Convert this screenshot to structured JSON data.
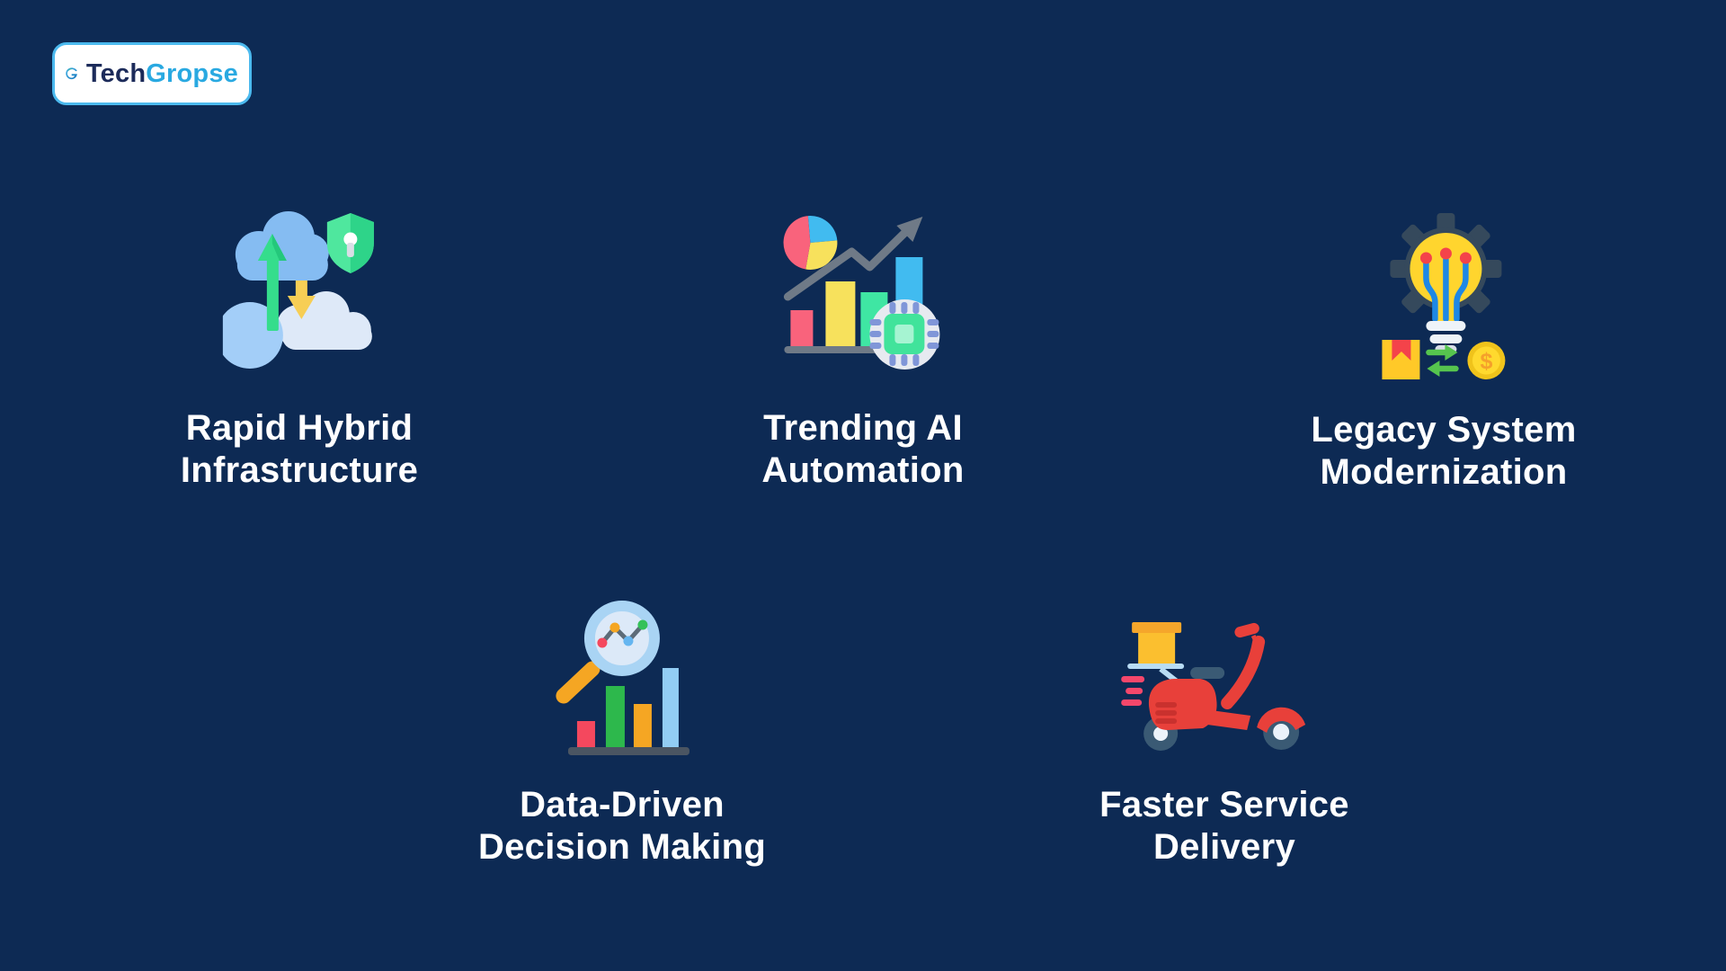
{
  "page": {
    "background_color": "#0D2A54",
    "text_color": "#FFFFFF"
  },
  "logo": {
    "brand_first": "Tech",
    "brand_second": "Gropse",
    "box_background": "#FFFFFF",
    "border_color": "#4BB9EE",
    "first_color": "#1C2B5A",
    "second_color": "#29A9E1"
  },
  "features": [
    {
      "label": "Rapid Hybrid\nInfrastructure",
      "icon": "hybrid-cloud-icon"
    },
    {
      "label": "Trending AI\nAutomation",
      "icon": "ai-automation-chart-icon"
    },
    {
      "label": "Legacy System\nModernization",
      "icon": "lightbulb-gear-icon"
    },
    {
      "label": "Data-Driven\nDecision Making",
      "icon": "magnifier-bar-chart-icon"
    },
    {
      "label": "Faster Service\nDelivery",
      "icon": "delivery-scooter-icon"
    }
  ],
  "icon_glyphs": {
    "dollar": "$"
  },
  "palette": {
    "navy_background": "#0D2A54",
    "label_text": "#FFFFFF",
    "cloud_blue": "#85BCF2",
    "cloud_light": "#DEE9F8",
    "circle_blue": "#A3CEF8",
    "arrow_green": "#35DD8C",
    "arrow_yellow": "#F7CE55",
    "shield_green": "#4FE79E",
    "pie_pink": "#F9637C",
    "pie_sky": "#41BBF0",
    "pie_yellow": "#F7E15C",
    "bar_green": "#3FE6A3",
    "trend_gray": "#6F7A87",
    "chip_green": "#41E39B",
    "chip_pin_blue": "#8096D8",
    "gear_slate": "#35495C",
    "bulb_yellow": "#FFD52E",
    "circuit_blue": "#1E88E5",
    "circuit_dot_red": "#F4434A",
    "exchange_green": "#56C44E",
    "coin_gold": "#F0C31B",
    "handle_orange": "#F5A623",
    "lens_rim_blue": "#A9D4F4",
    "scooter_red": "#E8403A",
    "wheel_slate": "#3A5A74",
    "rack_blue": "#B8DCF4",
    "box_orange": "#FBBF2F",
    "speedline_pink": "#F5476B"
  }
}
